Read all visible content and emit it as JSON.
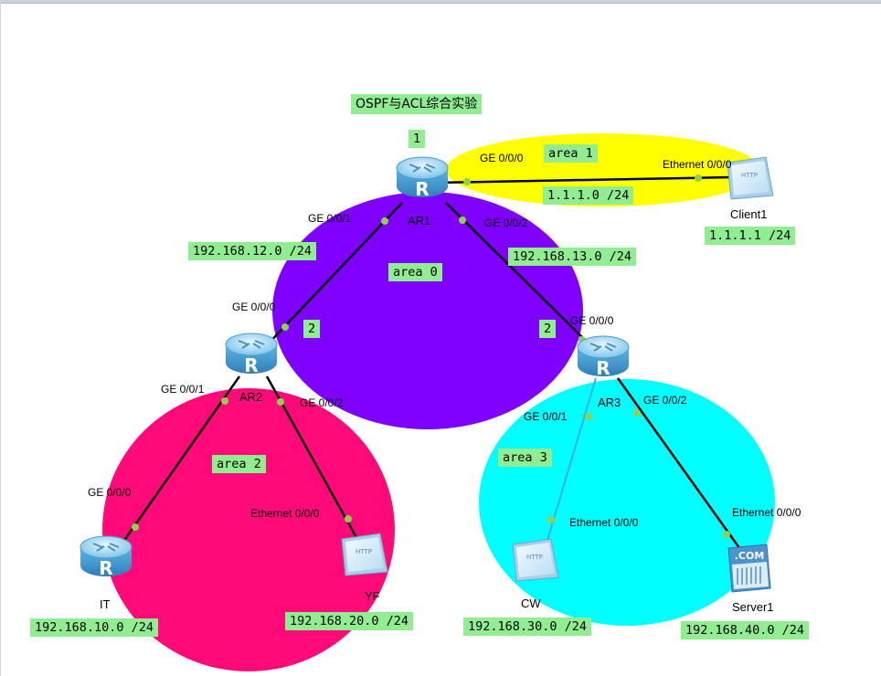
{
  "title": "OSPF与ACL综合实验",
  "tags": {
    "ar1": "1",
    "ar2": "2",
    "ar3": "2"
  },
  "areas": {
    "area0": "area 0",
    "area1": "area 1",
    "area2": "area 2",
    "area3": "area 3"
  },
  "networks": {
    "n12": "192.168.12.0 /24",
    "n13": "192.168.13.0 /24",
    "n1": "1.1.1.0 /24",
    "client_ip": "1.1.1.1 /24",
    "n10": "192.168.10.0 /24",
    "n20": "192.168.20.0 /24",
    "n30": "192.168.30.0 /24",
    "n40": "192.168.40.0 /24"
  },
  "devices": {
    "ar1": "AR1",
    "ar2": "AR2",
    "ar3": "AR3",
    "client1": "Client1",
    "it": "IT",
    "yf": "YF",
    "cw": "CW",
    "server1": "Server1"
  },
  "ports": {
    "ar1_g000": "GE 0/0/0",
    "ar1_g001": "GE 0/0/1",
    "ar1_g002": "GE 0/0/2",
    "client1_eth": "Ethernet 0/0/0",
    "ar2_g000": "GE 0/0/0",
    "ar2_g001": "GE 0/0/1",
    "ar2_g002": "GE 0/0/2",
    "ar3_g000": "GE 0/0/0",
    "ar3_g001": "GE 0/0/1",
    "ar3_g002": "GE 0/0/2",
    "it_g000": "GE 0/0/0",
    "yf_eth": "Ethernet 0/0/0",
    "cw_eth": "Ethernet 0/0/0",
    "server1_eth": "Ethernet 0/0/0"
  },
  "icons": {
    "router": "router-icon",
    "pc": "http-client-icon",
    "server": "com-server-icon"
  },
  "colors": {
    "area0": "#7f00ff",
    "area1": "#ffff00",
    "area2": "#ff0a78",
    "area3": "#00ffff",
    "label_bg": "#90ee90",
    "link": "#000000",
    "link_cw": "#3fa9f5",
    "port_dot": "#8fd14f"
  }
}
